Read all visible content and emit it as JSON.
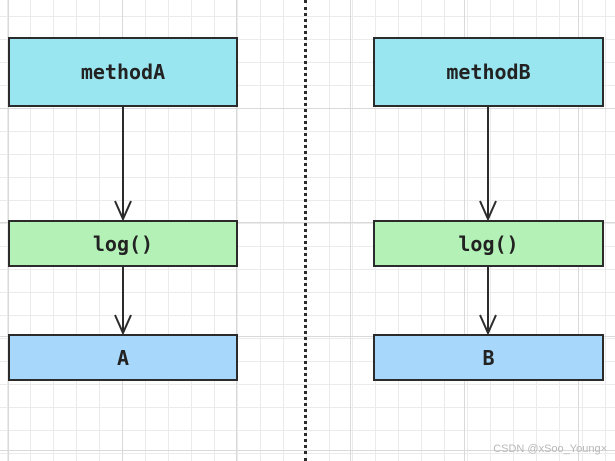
{
  "columns": [
    {
      "method": "methodA",
      "log": "log()",
      "leaf": "A"
    },
    {
      "method": "methodB",
      "log": "log()",
      "leaf": "B"
    }
  ],
  "colors": {
    "method_fill": "#9ae6f0",
    "log_fill": "#b3f1b7",
    "leaf_fill": "#a7d8fb",
    "stroke": "#2b2b2b"
  },
  "watermark": "CSDN @xSoo_Young×"
}
